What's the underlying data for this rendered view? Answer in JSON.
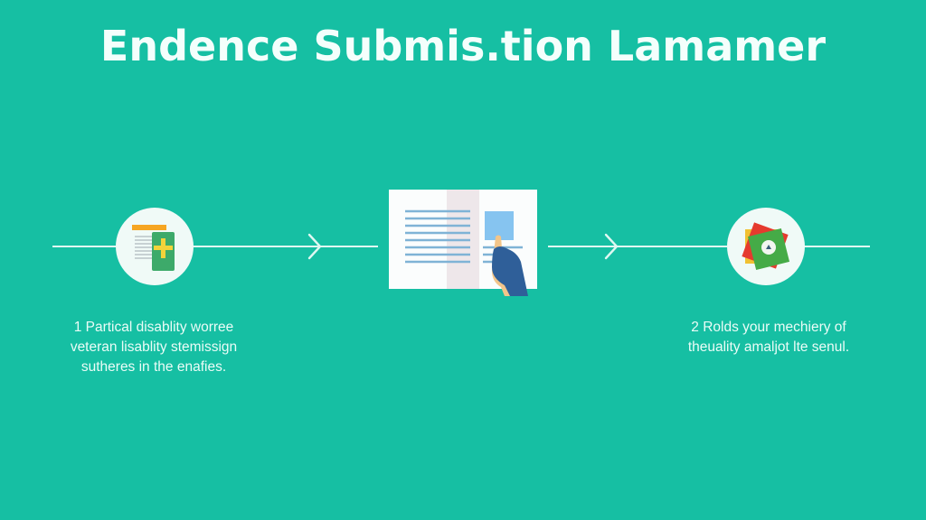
{
  "title": "Endence Submis.tion Lamamer",
  "steps": [
    {
      "icon": "document-add-icon",
      "caption_lines": [
        "1 Partical disablity worree",
        "veteran lisablity stemissign",
        "sutheres in the enafies."
      ]
    },
    {
      "icon": "document-review-hand-icon"
    },
    {
      "icon": "stamped-certificate-icon",
      "caption_lines": [
        "2 Rolds your mechiery of",
        "theuality amaljot lte senul."
      ]
    }
  ],
  "colors": {
    "background": "#16bfa3",
    "line": "#dff8f2",
    "circle": "#f0faf7"
  }
}
